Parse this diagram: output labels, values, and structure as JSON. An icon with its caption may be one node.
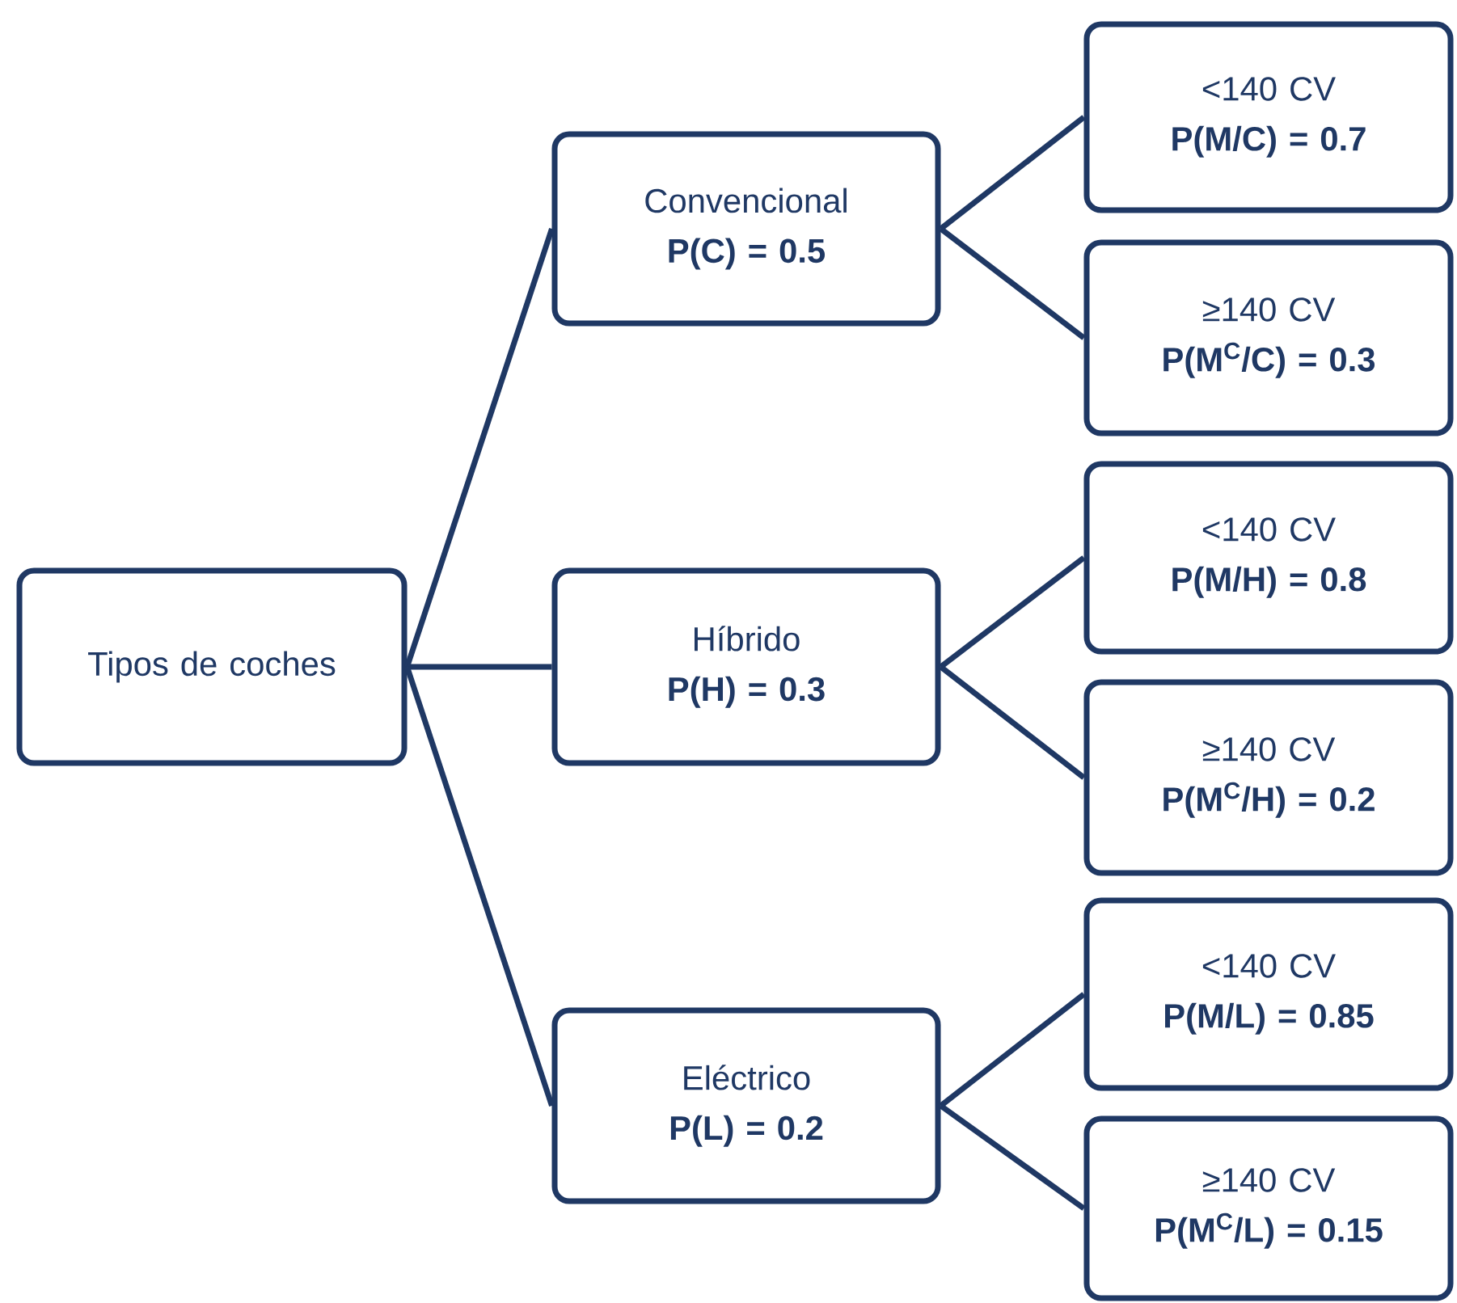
{
  "diagram": {
    "nodes": [
      {
        "text": [
          "Tipos de coches"
        ]
      },
      {
        "text": [
          "Convencional",
          "P(C) = 0.5"
        ]
      },
      {
        "text": [
          "Híbrido",
          "P(H) = 0.3"
        ]
      },
      {
        "text": [
          "Eléctrico",
          "P(L) = 0.2"
        ]
      },
      {
        "text": [
          "<140 CV",
          "P(M/C) = 0.7"
        ]
      },
      {
        "text": [
          "≥140 CV",
          "P(M$^{C}$/C) = 0.3"
        ]
      },
      {
        "text": [
          "<140 CV",
          "P(M/H) = 0.8"
        ]
      },
      {
        "text": [
          "≥140 CV",
          "P(M$^{C}$/H) = 0.2"
        ]
      },
      {
        "text": [
          "<140 CV",
          "P(M/L) = 0.85"
        ]
      },
      {
        "text": [
          "≥140 CV",
          "P(M$^{C}$/L) = 0.15"
        ]
      }
    ],
    "edges": [
      {
        "from": 0,
        "to": 1,
        "arrow": "none"
      },
      {
        "from": 0,
        "to": 2,
        "arrow": "none"
      },
      {
        "from": 0,
        "to": 3,
        "arrow": "none"
      },
      {
        "from": 1,
        "to": 4,
        "arrow": "none"
      },
      {
        "from": 1,
        "to": 5,
        "arrow": "none"
      },
      {
        "from": 2,
        "to": 6,
        "arrow": "none"
      },
      {
        "from": 2,
        "to": 7,
        "arrow": "none"
      },
      {
        "from": 3,
        "to": 8,
        "arrow": "none"
      },
      {
        "from": 3,
        "to": 9,
        "arrow": "none"
      }
    ]
  }
}
